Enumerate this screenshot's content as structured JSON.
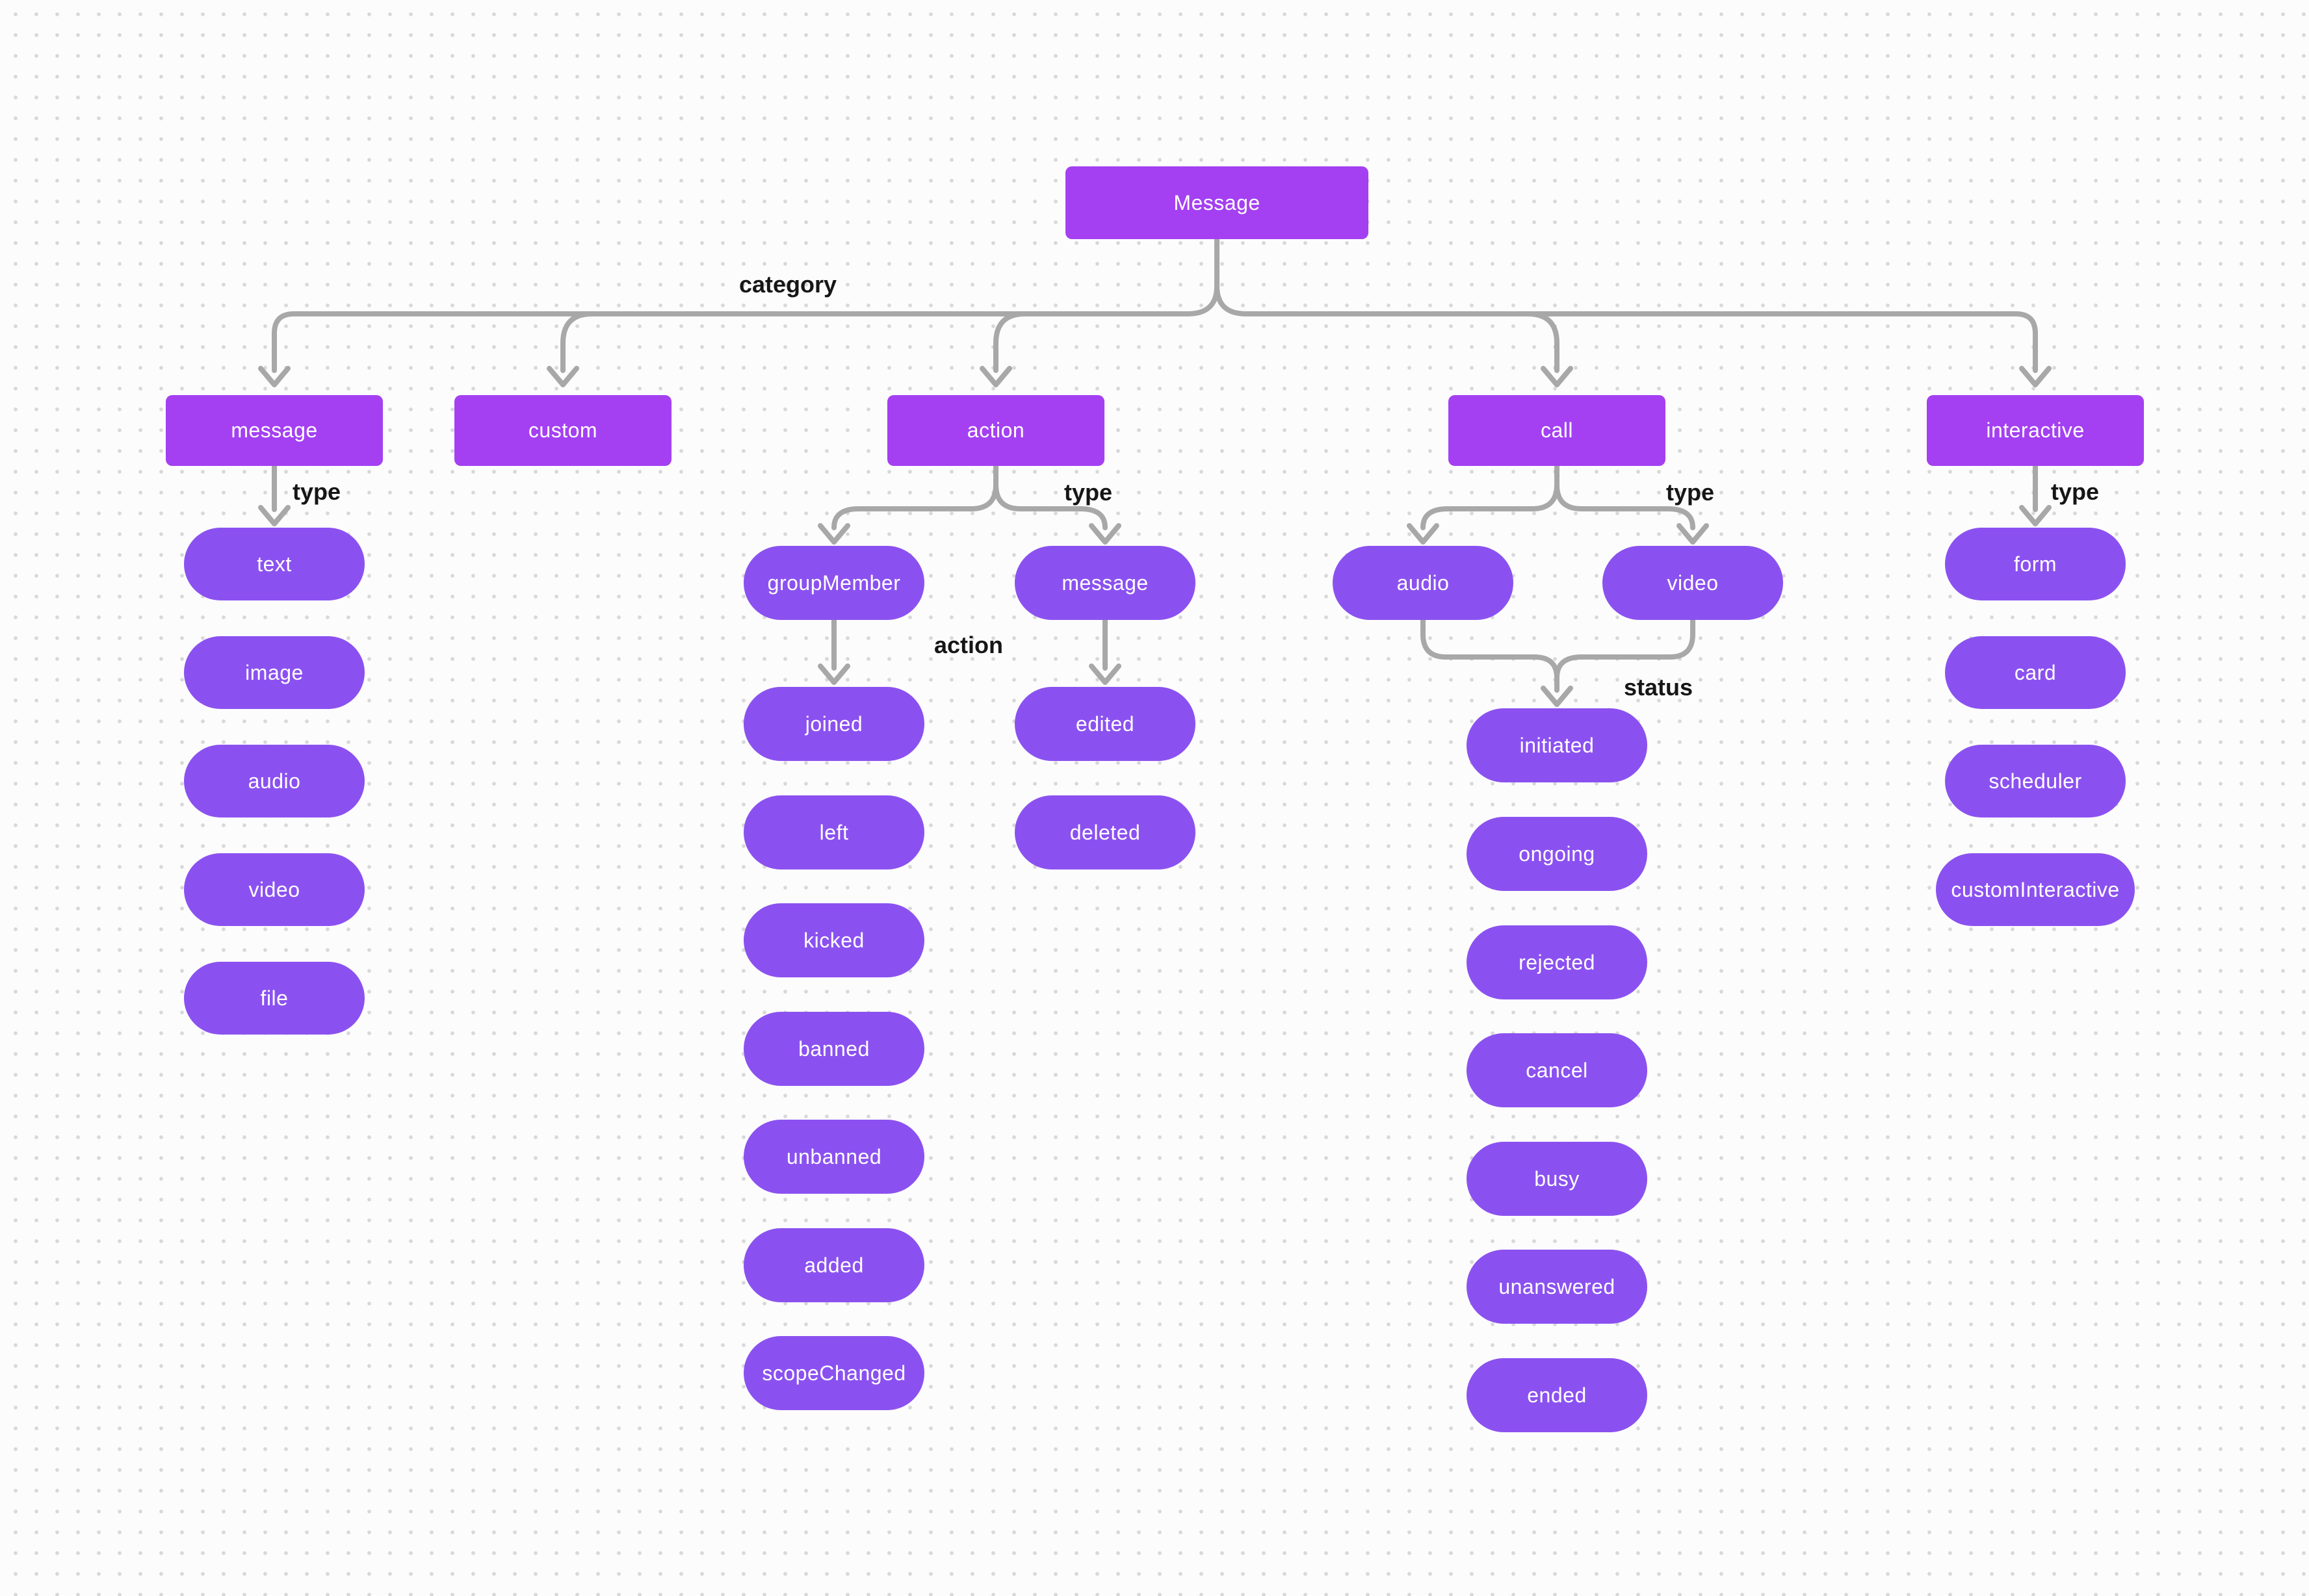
{
  "title": "Message category hierarchy diagram",
  "colors": {
    "category_box": "#a440f2",
    "type_pill": "#8b51f0",
    "connector": "#a8a8a8",
    "edge_label_text": "#161616",
    "node_text": "#ffffff",
    "background": "#fcfcfd",
    "grid_dot": "#d8d8d8"
  },
  "root": {
    "label": "Message"
  },
  "edge_labels": {
    "category": "category",
    "type": "type",
    "action": "action",
    "status": "status"
  },
  "categories": [
    {
      "label": "message",
      "types": [
        "text",
        "image",
        "audio",
        "video",
        "file"
      ]
    },
    {
      "label": "custom",
      "types": []
    },
    {
      "label": "action",
      "types": [
        {
          "label": "groupMember",
          "actions": [
            "joined",
            "left",
            "kicked",
            "banned",
            "unbanned",
            "added",
            "scopeChanged"
          ]
        },
        {
          "label": "message",
          "actions": [
            "edited",
            "deleted"
          ]
        }
      ]
    },
    {
      "label": "call",
      "types": [
        "audio",
        "video"
      ],
      "statuses": [
        "initiated",
        "ongoing",
        "rejected",
        "cancel",
        "busy",
        "unanswered",
        "ended"
      ]
    },
    {
      "label": "interactive",
      "types": [
        "form",
        "card",
        "scheduler",
        "customInteractive"
      ]
    }
  ]
}
